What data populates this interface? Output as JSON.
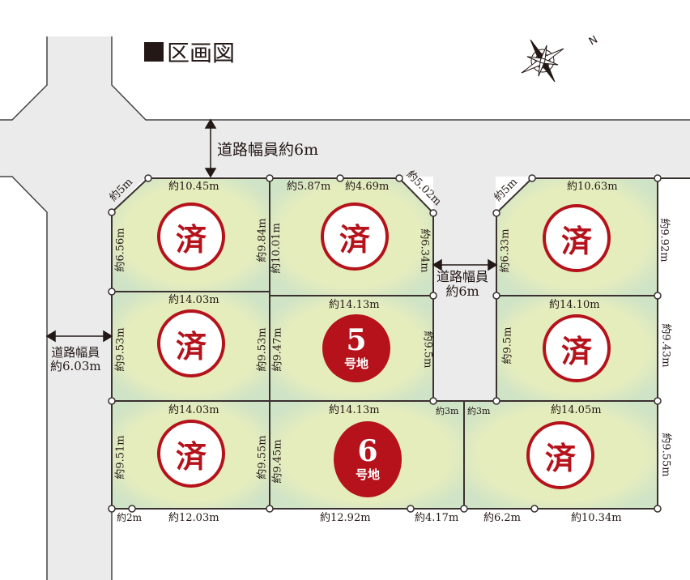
{
  "title": "区画図",
  "compass_label": "N",
  "roads": {
    "top": "道路幅員約6m",
    "middle": [
      "道路幅員",
      "約6m"
    ],
    "left": [
      "道路幅員",
      "約6.03m"
    ]
  },
  "status": {
    "sold": "済",
    "lot_suffix": "号地"
  },
  "colors": {
    "sold": "#b5121b",
    "lot_fill": "#e3ecbf",
    "lot_edge": "#cfe3c6",
    "road": "#ebebeb"
  },
  "lots": [
    {
      "id": "lot-1",
      "status": "sold"
    },
    {
      "id": "lot-2",
      "status": "sold"
    },
    {
      "id": "lot-3",
      "status": "sold"
    },
    {
      "id": "lot-4",
      "status": "sold"
    },
    {
      "id": "lot-5",
      "status": "available",
      "number": "5"
    },
    {
      "id": "lot-6",
      "status": "sold"
    },
    {
      "id": "lot-7",
      "status": "sold"
    },
    {
      "id": "lot-8",
      "status": "available",
      "number": "6"
    },
    {
      "id": "lot-9",
      "status": "sold"
    }
  ],
  "dims": {
    "l1_chamfer": "約5m",
    "l1_top": "約10.45m",
    "l1_left": "約6.56m",
    "l1_right": "約9.84m",
    "l2_top_a": "約5.87m",
    "l2_top_b": "約4.69m",
    "l2_chamfer": "約5.02m",
    "l2_left": "約10.01m",
    "l2_right": "約6.34m",
    "l3_chamfer": "約5m",
    "l3_top": "約10.63m",
    "l3_left": "約6.33m",
    "l3_right": "約9.92m",
    "l4_top": "約14.03m",
    "l4_left": "約9.53m",
    "l4_right": "約9.53m",
    "l5_top": "約14.13m",
    "l5_left": "約9.47m",
    "l5_right": "約9.5m",
    "l6_top": "約14.10m",
    "l6_left": "約9.5m",
    "l6_right": "約9.43m",
    "l7_top": "約14.03m",
    "l7_left": "約9.51m",
    "l7_right": "約9.55m",
    "l8_top": "約14.13m",
    "l8_corner": "約3m",
    "l8_left": "約9.45m",
    "l9_corner": "約3m",
    "l9_top": "約14.05m",
    "l9_right": "約9.55m",
    "b_1": "約2m",
    "b_2": "約12.03m",
    "b_3": "約12.92m",
    "b_4": "約4.17m",
    "b_5": "約6.2m",
    "b_6": "約10.34m"
  }
}
